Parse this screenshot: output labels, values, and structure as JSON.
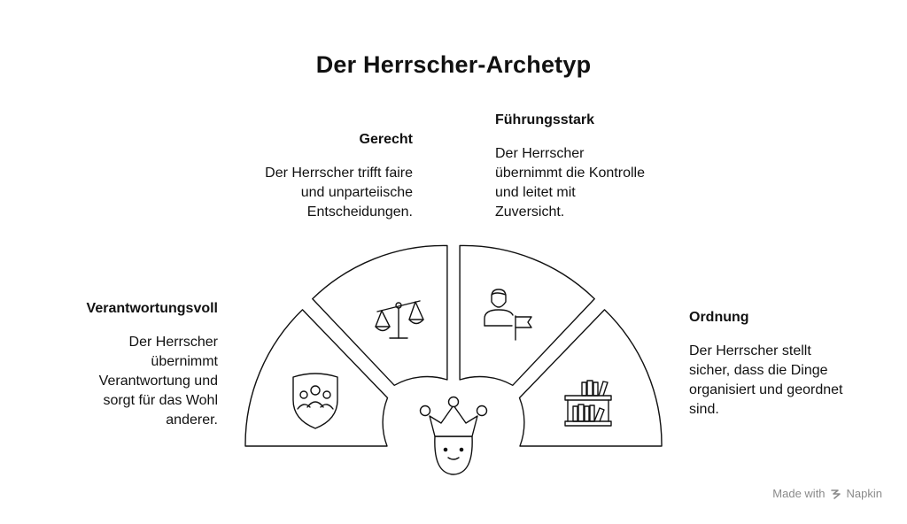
{
  "title": "Der Herrscher-Archetyp",
  "sections": [
    {
      "id": "verantwortungsvoll",
      "heading": "Verantwortungsvoll",
      "lines": [
        "Der Herrscher",
        "übernimmt",
        "Verantwortung und",
        "sorgt für das Wohl",
        "anderer."
      ],
      "icon": "people-shield-icon"
    },
    {
      "id": "gerecht",
      "heading": "Gerecht",
      "lines": [
        "Der Herrscher trifft faire",
        "und unparteiische",
        "Entscheidungen."
      ],
      "icon": "scales-icon"
    },
    {
      "id": "fuehrungsstark",
      "heading": "Führungsstark",
      "lines": [
        "Der Herrscher",
        "übernimmt die Kontrolle",
        "und leitet mit",
        "Zuversicht."
      ],
      "icon": "leader-flag-icon"
    },
    {
      "id": "ordnung",
      "heading": "Ordnung",
      "lines": [
        "Der Herrscher stellt",
        "sicher, dass die Dinge",
        "organisiert und geordnet",
        "sind."
      ],
      "icon": "bookshelf-icon"
    }
  ],
  "center_icon": "crowned-king-icon",
  "footer": {
    "text": "Made with",
    "brand": "Napkin"
  },
  "colors": {
    "stroke": "#111111",
    "background": "#ffffff",
    "footer_text": "#8a8a8a"
  }
}
